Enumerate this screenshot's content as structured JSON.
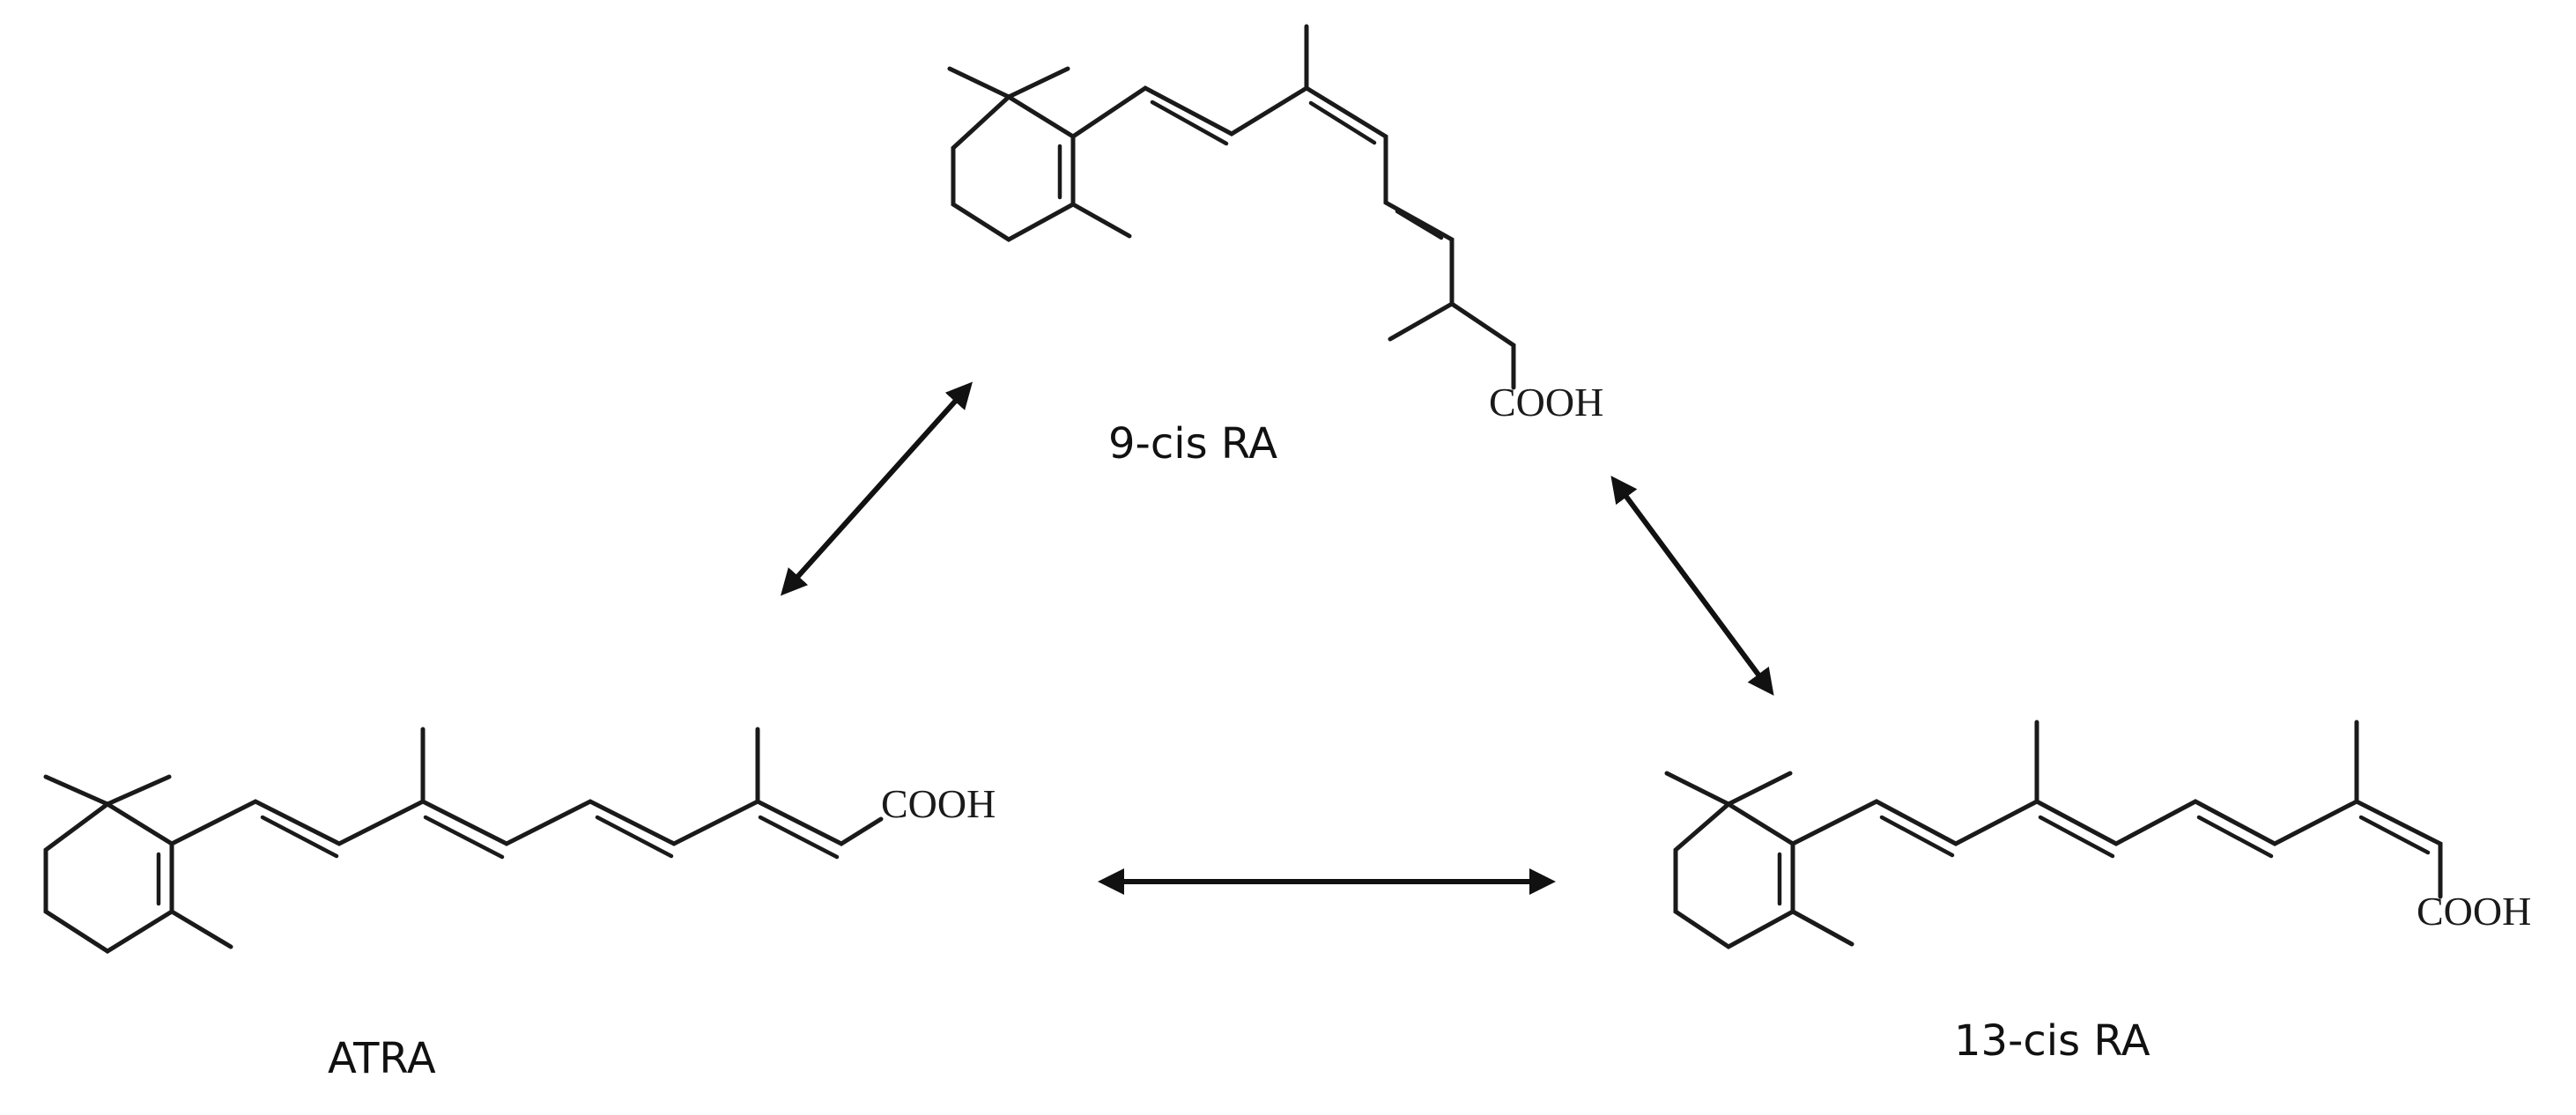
{
  "molecules": {
    "nine_cis": {
      "label": "9-cis RA",
      "group": "COOH"
    },
    "atra": {
      "label": "ATRA",
      "group": "COOH"
    },
    "thirteen_cis": {
      "label": "13-cis RA",
      "group": "COOH"
    }
  }
}
